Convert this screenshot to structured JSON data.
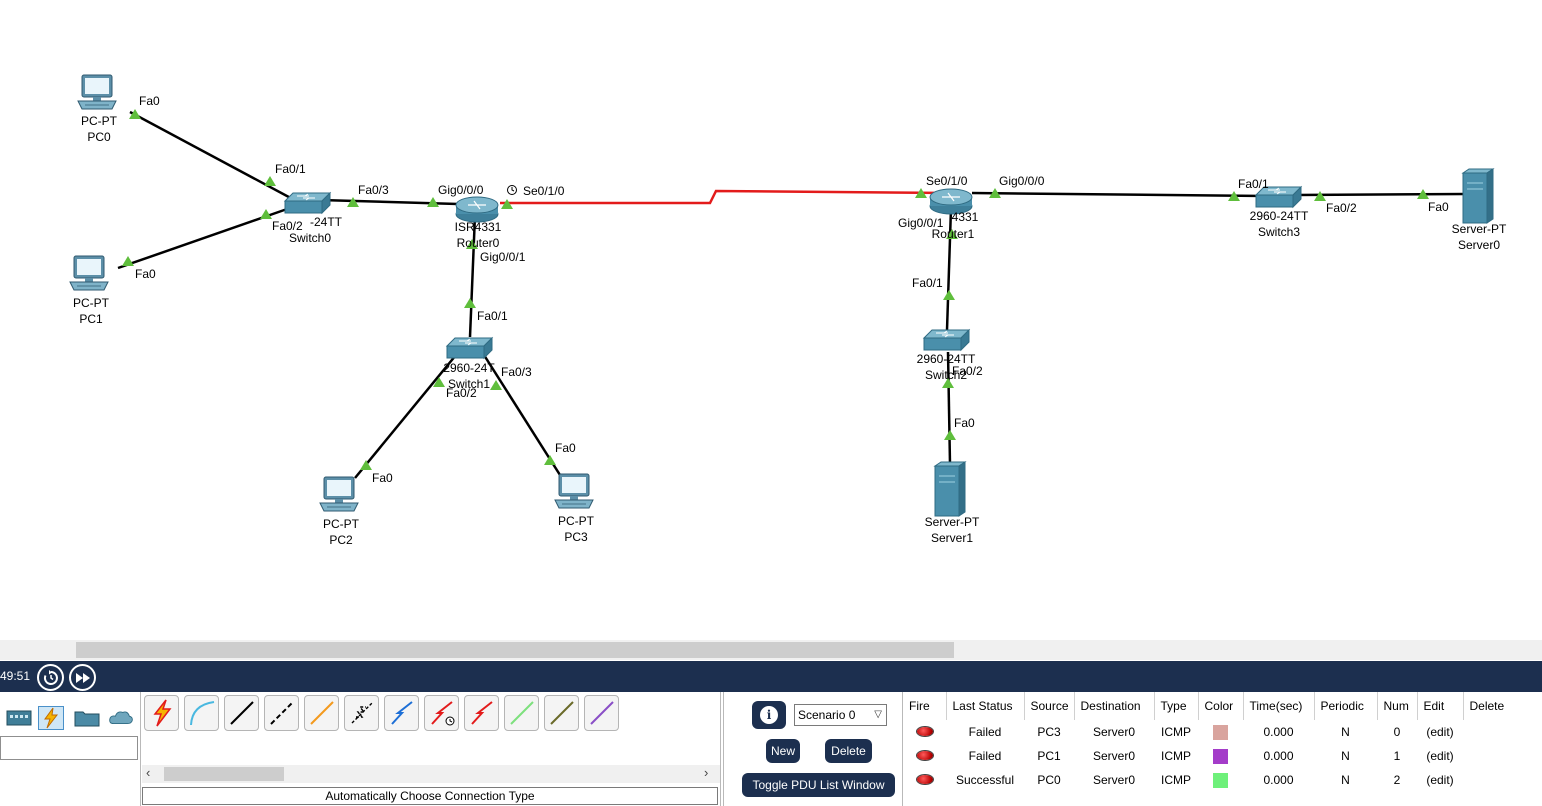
{
  "topology": {
    "devices": [
      {
        "id": "pc0",
        "type": "PC-PT",
        "name": "PC0"
      },
      {
        "id": "pc1",
        "type": "PC-PT",
        "name": "PC1"
      },
      {
        "id": "pc2",
        "type": "PC-PT",
        "name": "PC2"
      },
      {
        "id": "pc3",
        "type": "PC-PT",
        "name": "PC3"
      },
      {
        "id": "switch0",
        "type": "-24TT",
        "name": "Switch0"
      },
      {
        "id": "switch1",
        "type": "2960-24T",
        "name": "Switch1"
      },
      {
        "id": "switch2",
        "type": "2960-24TT",
        "name": "Switch2"
      },
      {
        "id": "switch3",
        "type": "2960-24TT",
        "name": "Switch3"
      },
      {
        "id": "router0",
        "type": "ISR4331",
        "name": "Router0"
      },
      {
        "id": "router1",
        "type": "4331",
        "name": "Router1"
      },
      {
        "id": "server0",
        "type": "Server-PT",
        "name": "Server0"
      },
      {
        "id": "server1",
        "type": "Server-PT",
        "name": "Server1"
      }
    ],
    "port_labels": {
      "pc0_fa0": "Fa0",
      "sw0_fa01": "Fa0/1",
      "sw0_fa02": "Fa0/2",
      "pc1_fa0": "Fa0",
      "sw0_fa03": "Fa0/3",
      "r0_gig000": "Gig0/0/0",
      "r0_se010": "Se0/1/0",
      "r0_gig001": "Gig0/0/1",
      "sw1_fa01": "Fa0/1",
      "sw1_fa02": "Fa0/2",
      "sw1_fa03": "Fa0/3",
      "pc2_fa0": "Fa0",
      "pc3_fa0": "Fa0",
      "r1_se010": "Se0/1/0",
      "r1_gig000": "Gig0/0/0",
      "r1_gig001": "Gig0/0/1",
      "sw2_fa01": "Fa0/1",
      "sw2_fa02": "Fa0/2",
      "srv1_fa0": "Fa0",
      "sw3_fa01": "Fa0/1",
      "sw3_fa02": "Fa0/2",
      "srv0_fa0": "Fa0"
    },
    "link_colors": {
      "copper": "#000000",
      "serial": "#e31b1b",
      "port_up": "#5fbe3c"
    }
  },
  "timebar": {
    "clock": "49:51"
  },
  "connections_panel": {
    "caption": "Automatically Choose Connection Type",
    "types": [
      "automatic-connection-icon",
      "console-cable-icon",
      "copper-straight-through-icon",
      "copper-cross-over-icon",
      "fiber-icon",
      "phone-cable-icon",
      "coaxial-cable-icon",
      "serial-dce-icon",
      "serial-dte-icon",
      "octal-cable-icon",
      "iot-custom-cable-icon",
      "usb-cable-icon"
    ]
  },
  "scenario_panel": {
    "selected_scenario": "Scenario 0",
    "new_label": "New",
    "delete_label": "Delete",
    "toggle_label": "Toggle PDU List Window"
  },
  "pdu_table": {
    "headers": [
      "Fire",
      "Last Status",
      "Source",
      "Destination",
      "Type",
      "Color",
      "Time(sec)",
      "Periodic",
      "Num",
      "Edit",
      "Delete"
    ],
    "rows": [
      {
        "status": "Failed",
        "source": "PC3",
        "destination": "Server0",
        "type": "ICMP",
        "color": "#d9a49e",
        "time": "0.000",
        "periodic": "N",
        "num": "0",
        "edit": "(edit)"
      },
      {
        "status": "Failed",
        "source": "PC1",
        "destination": "Server0",
        "type": "ICMP",
        "color": "#a43cc9",
        "time": "0.000",
        "periodic": "N",
        "num": "1",
        "edit": "(edit)"
      },
      {
        "status": "Successful",
        "source": "PC0",
        "destination": "Server0",
        "type": "ICMP",
        "color": "#6ef07a",
        "time": "0.000",
        "periodic": "N",
        "num": "2",
        "edit": "(edit)"
      }
    ]
  }
}
